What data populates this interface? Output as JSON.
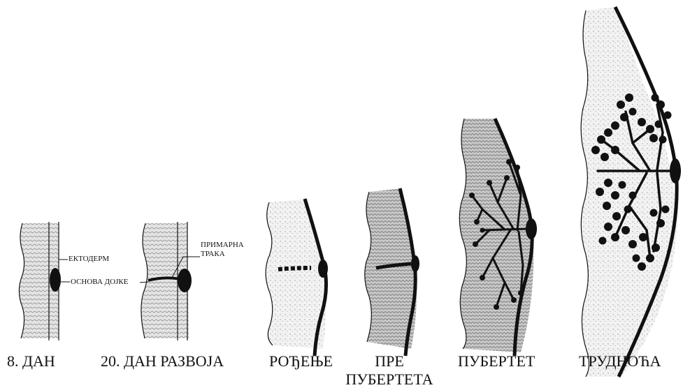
{
  "stages": [
    {
      "label": "8. ДАН"
    },
    {
      "label": "20. ДАН РАЗВОЈА"
    },
    {
      "label": "РОЂЕЊЕ"
    },
    {
      "label_line1": "ПРЕ",
      "label_line2": "ПУБЕРТЕТА"
    },
    {
      "label": "ПУБЕРТЕТ"
    },
    {
      "label": "ТРУДНОЋА"
    }
  ],
  "annotations": {
    "ectoderm": "ЕКТОДЕРМ",
    "gland_base": "ОСНОВА ДОЈКЕ",
    "primary_band_line1": "ПРИМАРНА",
    "primary_band_line2": "ТРАКА"
  },
  "colors": {
    "ink": "#111111",
    "tissue": "#bdbdbd",
    "background": "#ffffff"
  }
}
